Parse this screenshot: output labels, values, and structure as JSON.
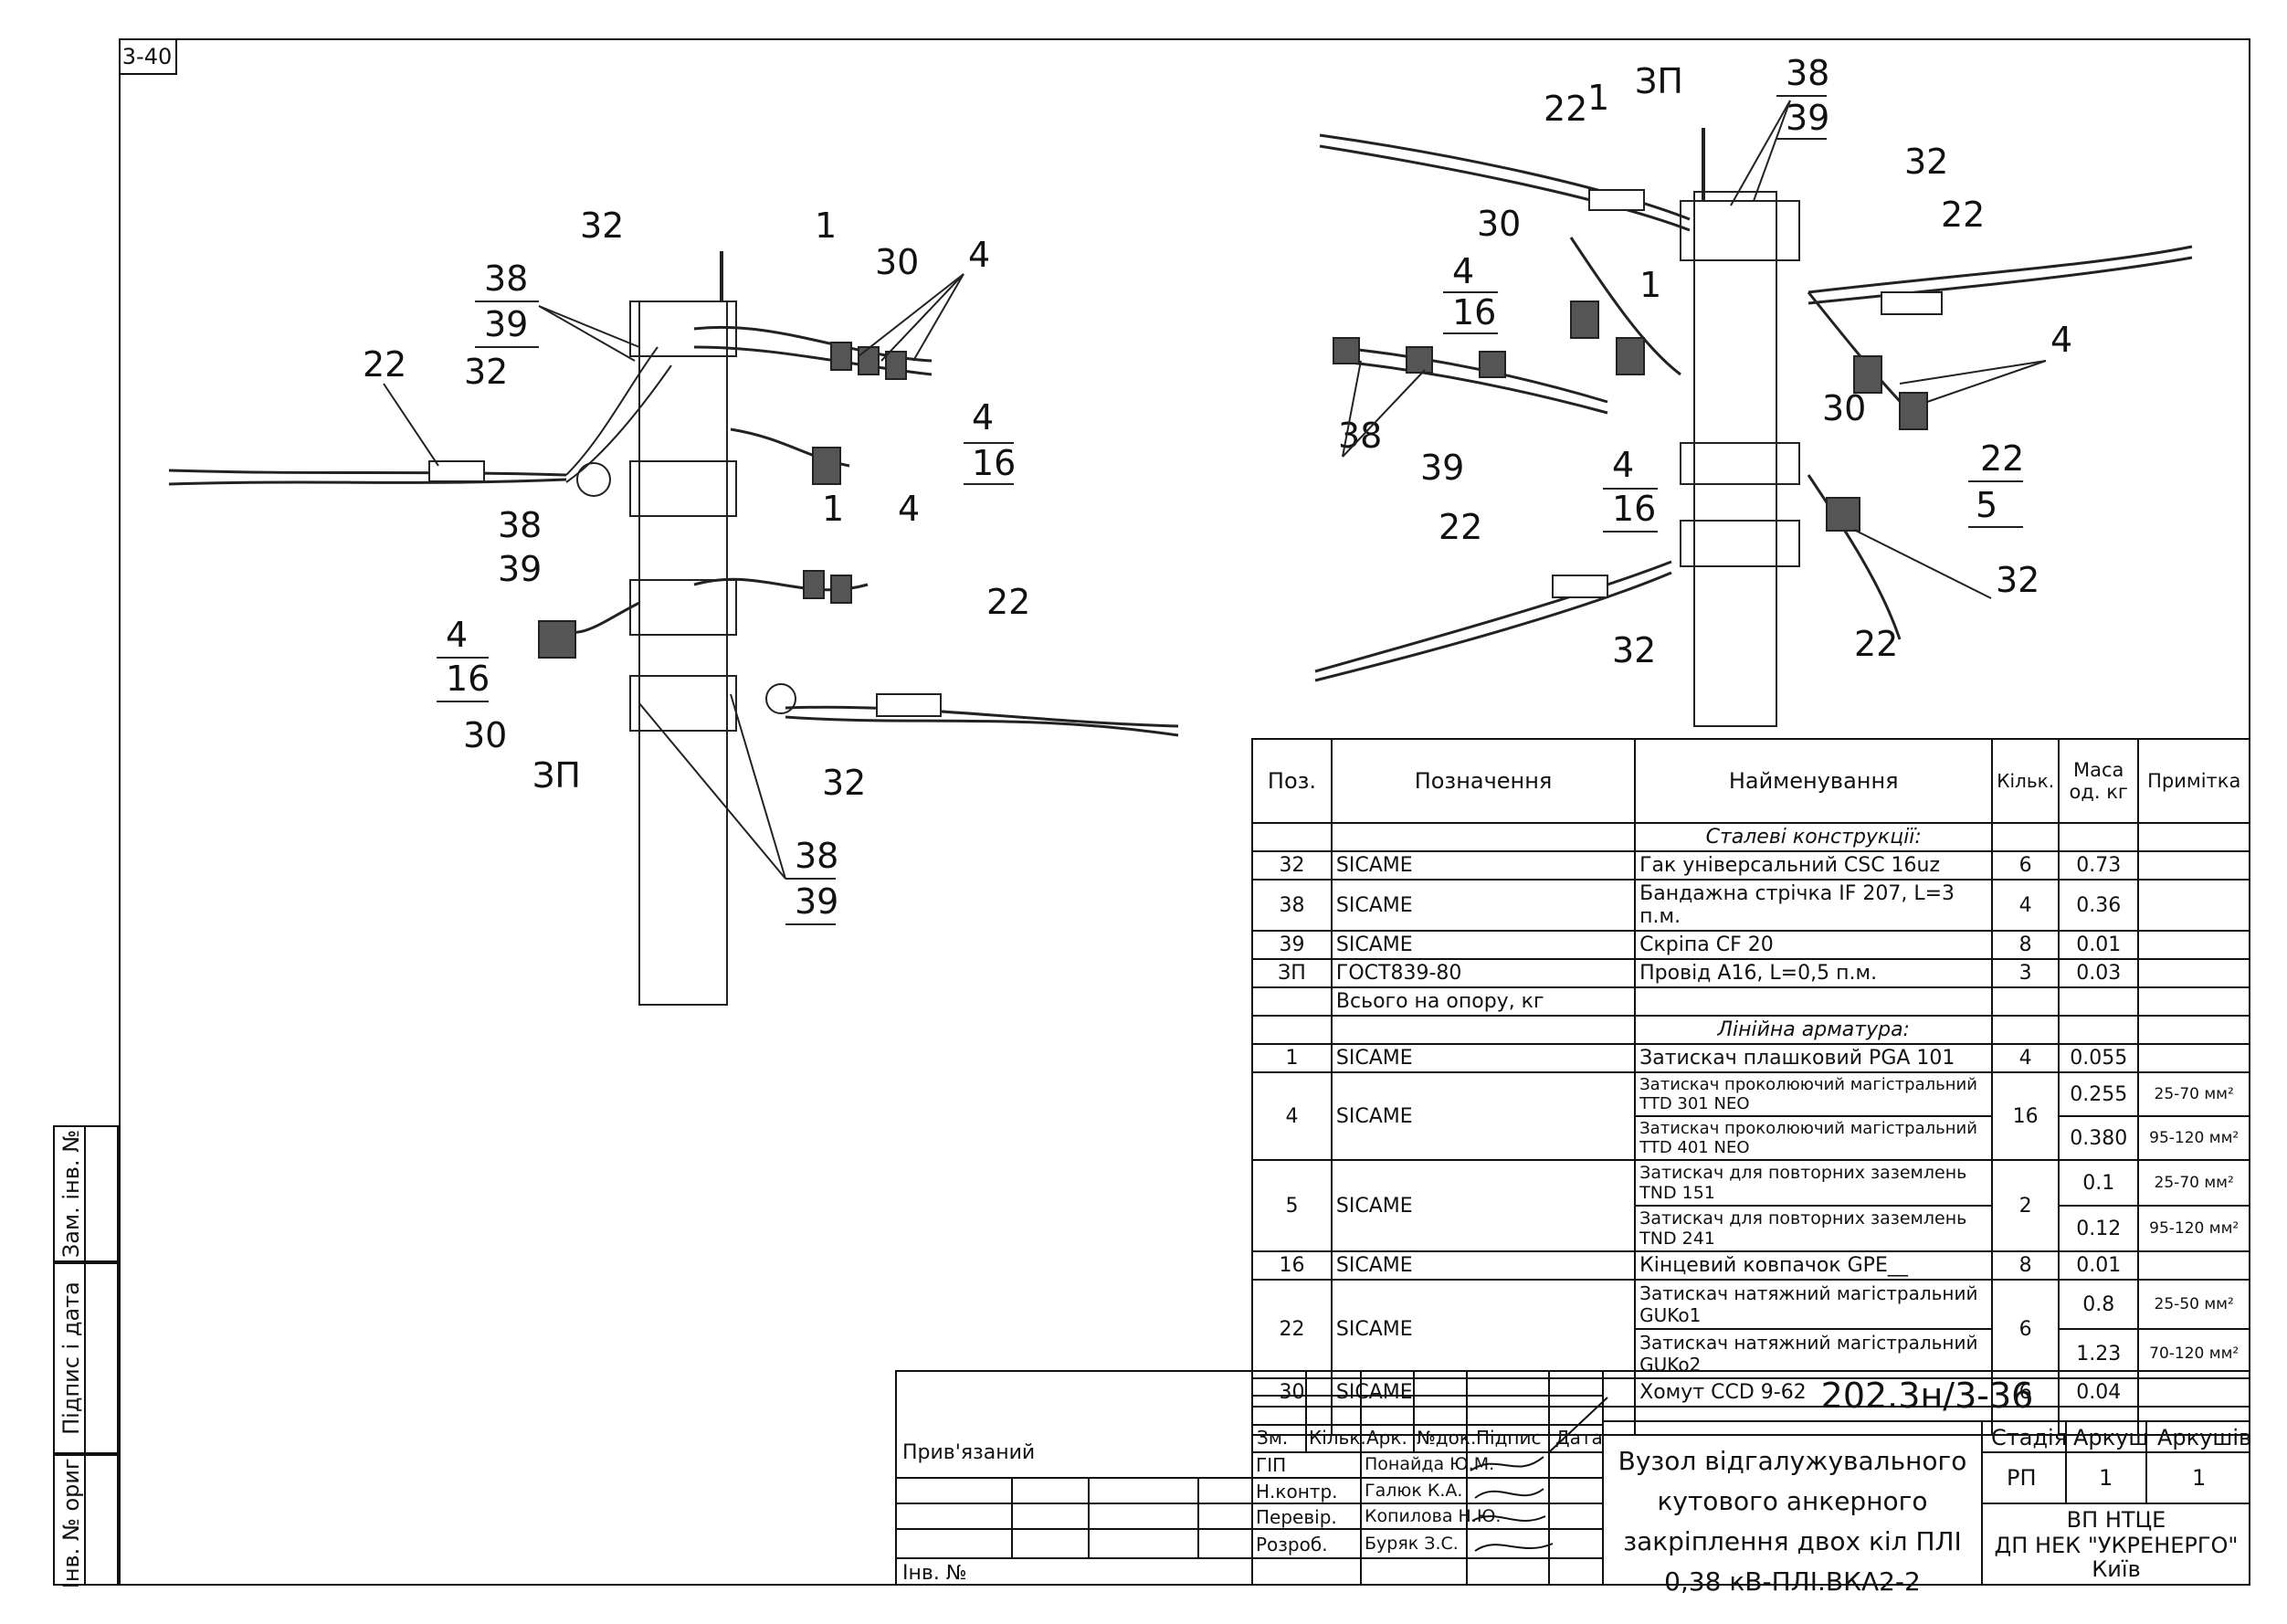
{
  "sheet_id": "3-40",
  "side_strip": {
    "zam_inv": "Зам. інв. №",
    "pidpys_data": "Підпис і дата",
    "inv_oryg": "Інв. № ориг."
  },
  "left_view_callouts": [
    "32",
    "1",
    "30",
    "4",
    "38",
    "39",
    "22",
    "32",
    "4",
    "16",
    "1",
    "4",
    "38",
    "39",
    "4",
    "16",
    "22",
    "30",
    "ЗП",
    "32",
    "38",
    "39"
  ],
  "right_view_callouts": [
    "22",
    "1",
    "ЗП",
    "38",
    "39",
    "32",
    "22",
    "30",
    "4",
    "16",
    "1",
    "4",
    "30",
    "38",
    "39",
    "4",
    "16",
    "22",
    "5",
    "22",
    "32"
  ],
  "spec_table": {
    "headers": {
      "pos": "Поз.",
      "designation": "Позначення",
      "name": "Найменування",
      "qty": "Кільк.",
      "mass": "Маса од. кг",
      "note": "Примітка"
    },
    "section_steel": "Сталеві конструкції:",
    "steel_rows": [
      {
        "pos": "32",
        "des": "SICAME",
        "name": "Гак універсальний CSC 16uz",
        "qty": "6",
        "mass": "0.73",
        "note": ""
      },
      {
        "pos": "38",
        "des": "SICAME",
        "name": "Бандажна стрічка IF 207, L=3 п.м.",
        "qty": "4",
        "mass": "0.36",
        "note": ""
      },
      {
        "pos": "39",
        "des": "SICAME",
        "name": "Скріпа CF 20",
        "qty": "8",
        "mass": "0.01",
        "note": ""
      },
      {
        "pos": "ЗП",
        "des": "ГОСТ839-80",
        "name": "Провід А16, L=0,5 п.м.",
        "qty": "3",
        "mass": "0.03",
        "note": ""
      }
    ],
    "total_row": "Всього на опору, кг",
    "section_line": "Лінійна арматура:",
    "line_rows": [
      {
        "pos": "1",
        "des": "SICAME",
        "names": [
          "Затискач плашковий PGA 101"
        ],
        "qty": "4",
        "masses": [
          "0.055"
        ],
        "notes": [
          ""
        ]
      },
      {
        "pos": "4",
        "des": "SICAME",
        "names": [
          "Затискач проколюючий магістральний TTD 301 NEO",
          "Затискач проколюючий магістральний TTD 401 NEO"
        ],
        "qty": "16",
        "masses": [
          "0.255",
          "0.380"
        ],
        "notes": [
          "25-70 мм²",
          "95-120 мм²"
        ]
      },
      {
        "pos": "5",
        "des": "SICAME",
        "names": [
          "Затискач для повторних заземлень TND 151",
          "Затискач для повторних заземлень TND 241"
        ],
        "qty": "2",
        "masses": [
          "0.1",
          "0.12"
        ],
        "notes": [
          "25-70 мм²",
          "95-120 мм²"
        ]
      },
      {
        "pos": "16",
        "des": "SICAME",
        "names": [
          "Кінцевий ковпачок GPE__"
        ],
        "qty": "8",
        "masses": [
          "0.01"
        ],
        "notes": [
          ""
        ]
      },
      {
        "pos": "22",
        "des": "SICAME",
        "names": [
          "Затискач натяжний магістральний GUKo1",
          "Затискач натяжний магістральний GUKo2"
        ],
        "qty": "6",
        "masses": [
          "0.8",
          "1.23"
        ],
        "notes": [
          "25-50 мм²",
          "70-120 мм²"
        ]
      },
      {
        "pos": "30",
        "des": "SICAME",
        "names": [
          "Хомут CCD 9-62"
        ],
        "qty": "6",
        "masses": [
          "0.04"
        ],
        "notes": [
          ""
        ]
      }
    ]
  },
  "title_block": {
    "document_code": "202.3н/3-36",
    "pryvyazanyi": "Прив'язаний",
    "inv_no": "Інв. №",
    "col_headers": [
      "Зм.",
      "Кільк.",
      "Арк.",
      "№док.",
      "Підпис",
      "Дата"
    ],
    "people": [
      {
        "role": "ГІП",
        "name": "Понайда Ю.М."
      },
      {
        "role": "Н.контр.",
        "name": "Галюк К.А."
      },
      {
        "role": "Перевір.",
        "name": "Копилова Н.Ю."
      },
      {
        "role": "Розроб.",
        "name": "Буряк З.С."
      }
    ],
    "title": "Вузол відгалужувального кутового анкерного закріплення двох кіл ПЛІ 0,38 кВ-ПЛІ.ВКА2-2",
    "stage_label": "Стадія",
    "sheet_label": "Аркуш",
    "sheets_label": "Аркушів",
    "stage": "РП",
    "sheet": "1",
    "sheets": "1",
    "org_line1": "ВП НТЦЕ",
    "org_line2": "ДП НЕК \"УКРЕНЕРГО\"",
    "org_line3": "Київ"
  }
}
